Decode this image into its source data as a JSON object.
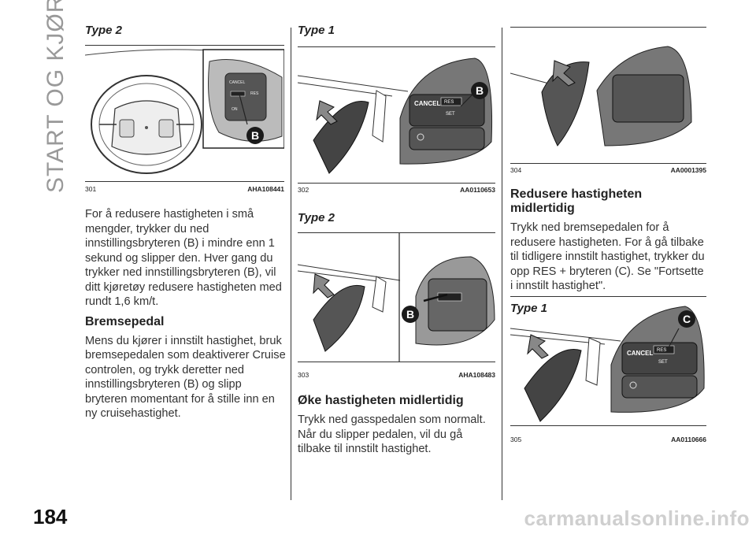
{
  "page": {
    "section_title": "START OG KJØRING",
    "page_number": "184",
    "watermark": "carmanualsonline.info"
  },
  "col1": {
    "heading_type": "Type 2",
    "fig_num": "301",
    "fig_code": "AHA108441",
    "fig_label": "B",
    "para1": "For å redusere hastigheten i små mengder, trykker du ned innstillingsbryteren (B) i mindre enn 1 sekund og slipper den. Hver gang du trykker ned innstillingsbryteren (B), vil ditt kjøretøy redusere hastigheten med rundt 1,6 km/t.",
    "heading_brake": "Bremsepedal",
    "para2": "Mens du kjører i innstilt hastighet, bruk bremsepedalen som deaktiverer Cruise controlen, og trykk deretter ned innstillingsbryteren (B) og slipp bryteren momentant for å stille inn en ny cruisehastighet."
  },
  "col2": {
    "heading_type1": "Type 1",
    "fig302_num": "302",
    "fig302_code": "AA0110653",
    "fig302_label": "B",
    "fig302_cancel": "CANCEL",
    "fig302_res": "RES",
    "fig302_set": "SET",
    "heading_type2": "Type 2",
    "fig303_num": "303",
    "fig303_code": "AHA108483",
    "fig303_label": "B",
    "heading_increase": "Øke hastigheten midlertidig",
    "para": "Trykk ned gasspedalen som normalt. Når du slipper pedalen, vil du gå tilbake til innstilt hastighet."
  },
  "col3": {
    "fig304_num": "304",
    "fig304_code": "AA0001395",
    "heading_reduce": "Redusere hastigheten midlertidig",
    "para": "Trykk ned bremsepedalen for å redusere hastigheten. For å gå tilbake til tidligere innstilt hastighet, trykker du opp RES + bryteren (C). Se \"Fortsette i innstilt hastighet\".",
    "heading_type1": "Type 1",
    "fig305_num": "305",
    "fig305_code": "AA0110666",
    "fig305_label": "C",
    "fig305_cancel": "CANCEL",
    "fig305_res": "RES",
    "fig305_set": "SET"
  }
}
